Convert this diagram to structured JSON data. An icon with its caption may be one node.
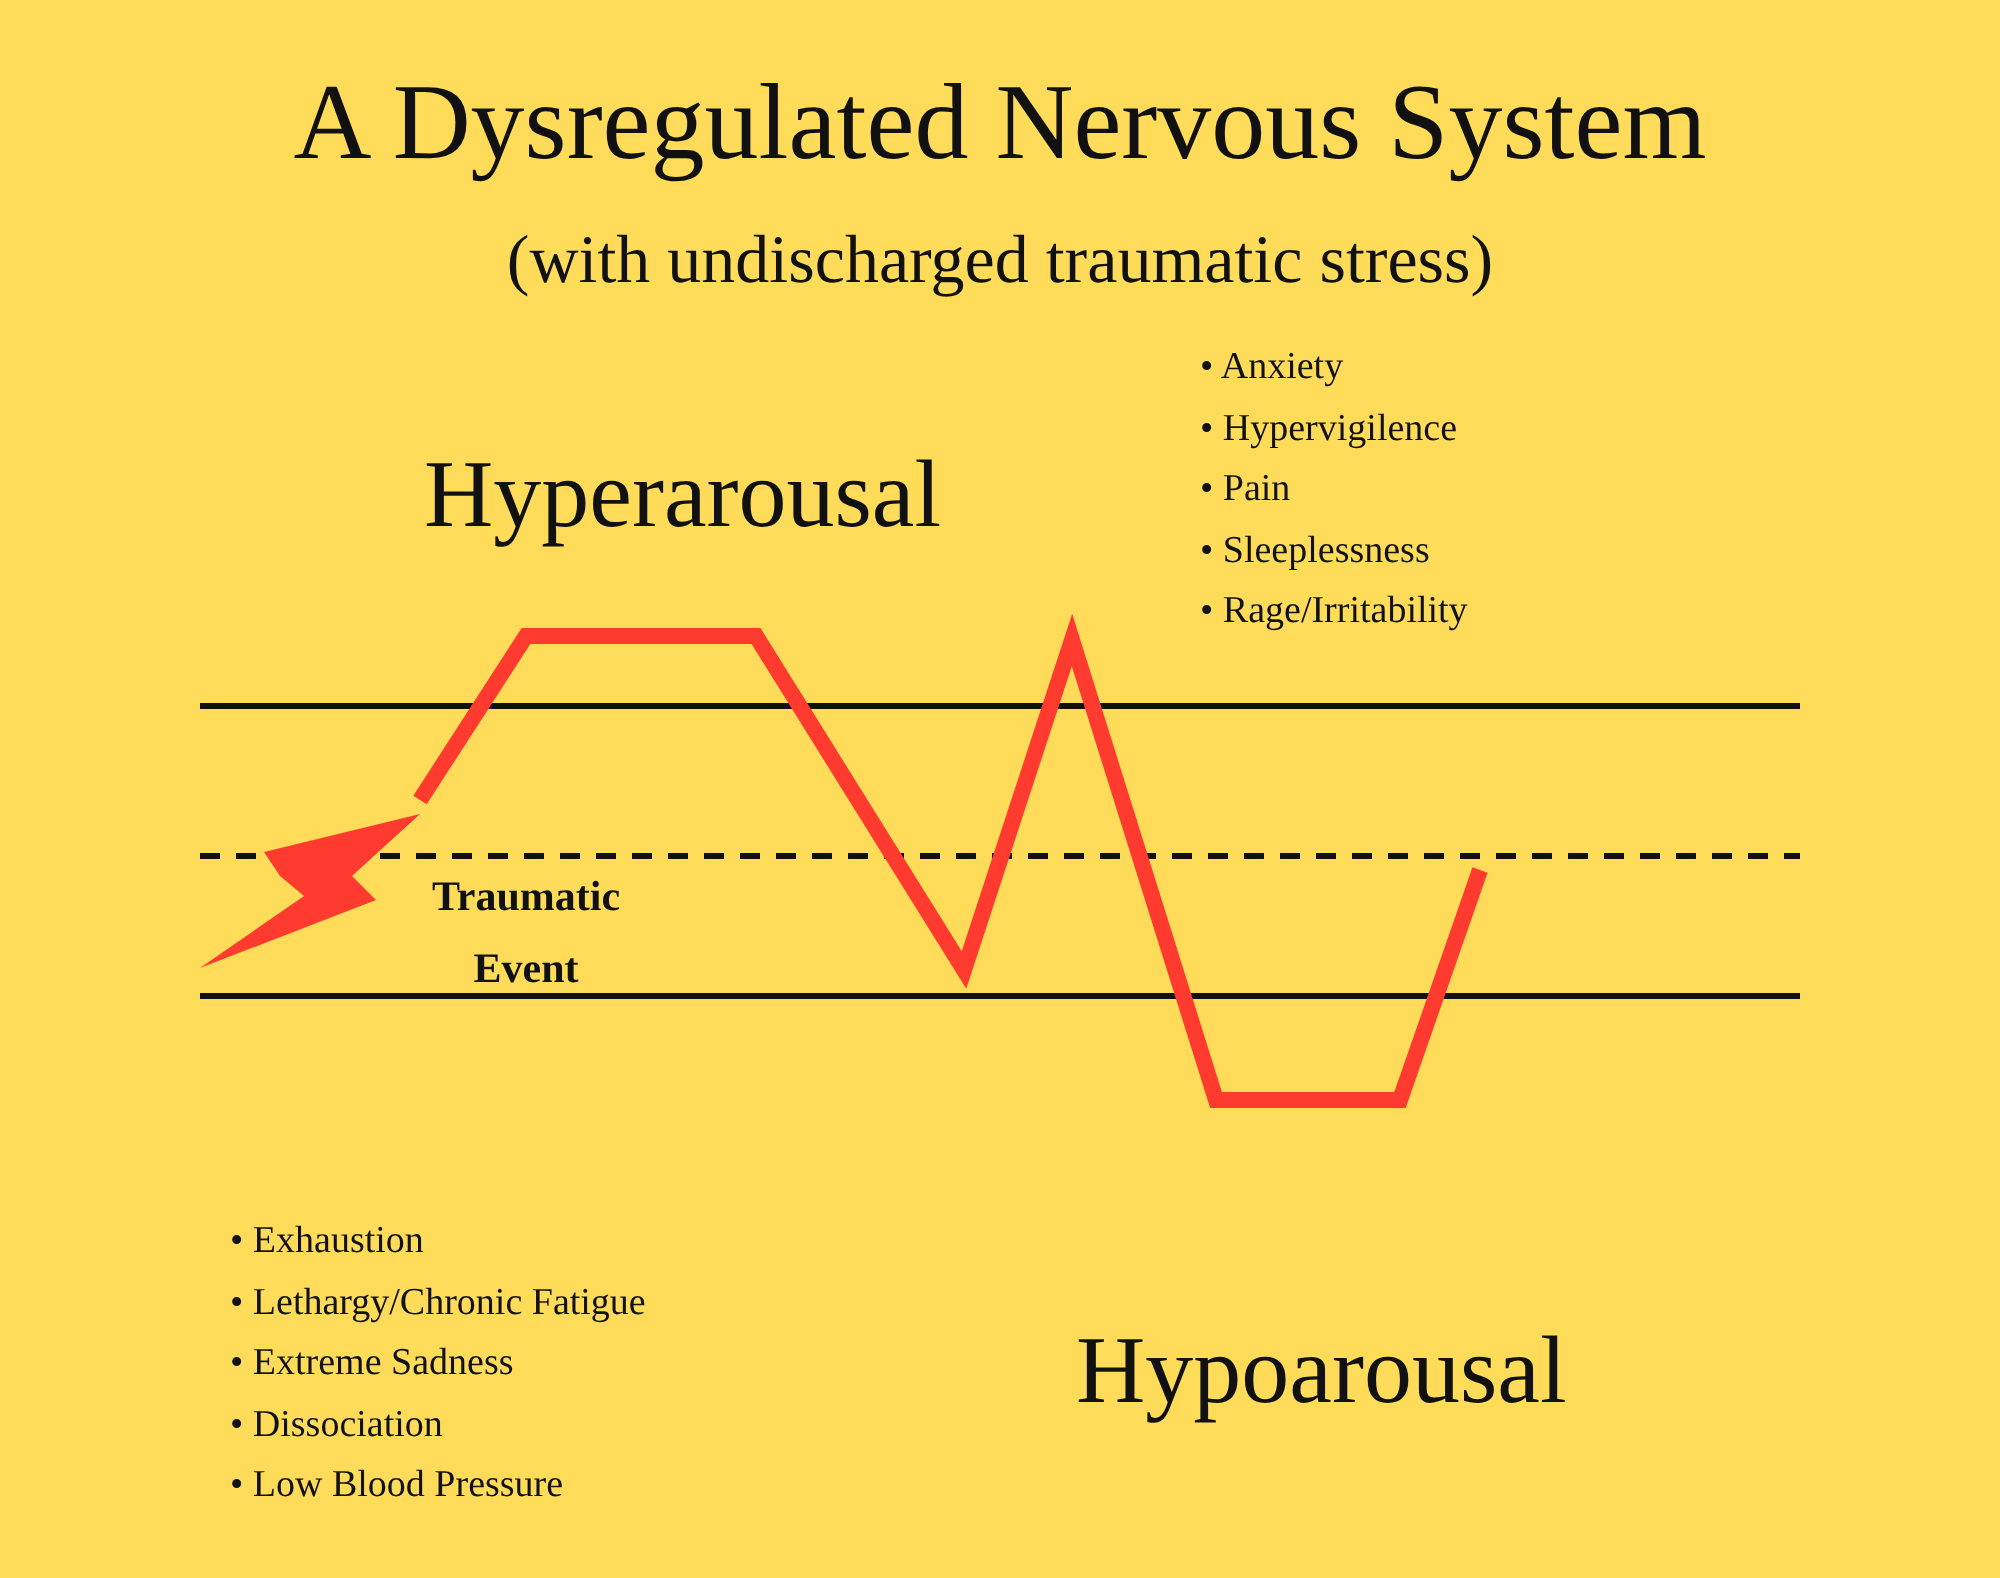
{
  "diagram": {
    "title": "A Dysregulated Nervous System",
    "labels": [
      "(with undischarged traumatic stress)",
      "Hyperarousal",
      "• Anxiety",
      "• Hypervigilence",
      "• Pain",
      "• Sleeplessness",
      "• Rage/Irritability",
      "Traumatic Event",
      "• Exhaustion",
      "• Lethargy/Chronic Fatigue",
      "• Extreme Sadness",
      "• Dissociation",
      "• Low Blood Pressure",
      "Hypoarousal"
    ]
  }
}
